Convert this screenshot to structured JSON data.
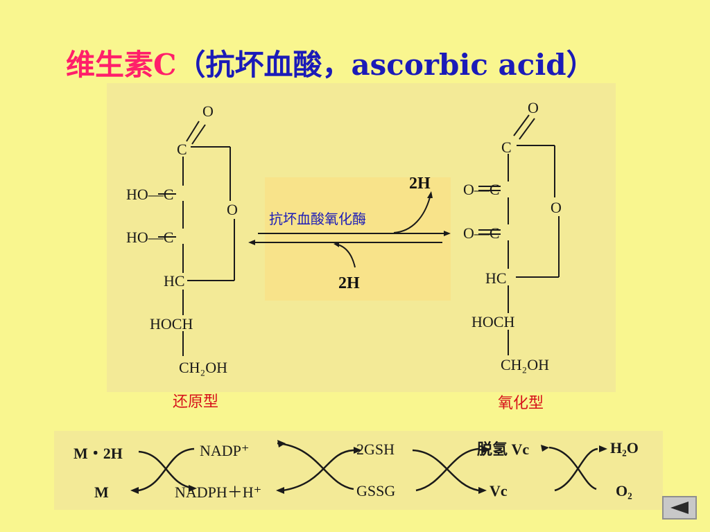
{
  "title": {
    "prefix": "维生素C",
    "rest": "（抗坏血酸，ascorbic acid）"
  },
  "reaction": {
    "enzyme": "抗坏血酸氧化酶",
    "h_released": "2H",
    "h_taken": "2H",
    "left_label": "还原型",
    "right_label": "氧化型"
  },
  "left_structure": {
    "top_o": "O",
    "c1": "C",
    "c2": "HO—C",
    "ring_o": "O",
    "c3": "HO—C",
    "c4": "HC",
    "c5": "HOCH",
    "c6": "CH₂OH"
  },
  "right_structure": {
    "top_o": "O",
    "c1": "C",
    "c2": "O—C",
    "ring_o": "O",
    "c3": "O—C",
    "c4": "HC",
    "c5": "HOCH",
    "c6": "CH₂OH"
  },
  "cycle": {
    "m2h": "M・2H",
    "m": "M",
    "nadp": "NADP⁺",
    "nadph": "NADPH＋H⁺",
    "gsh": "2GSH",
    "gssg": "GSSG",
    "dehydro_vc": "脱氢 Vc",
    "vc": "Vc",
    "h2o": "H₂O",
    "o2": "O₂"
  },
  "colors": {
    "background": "#f9f68f",
    "title_pink": "#ff1f6a",
    "title_blue": "#1b1bb8",
    "label_red": "#d6111b"
  },
  "icons": {
    "back": "left-triangle-icon"
  }
}
